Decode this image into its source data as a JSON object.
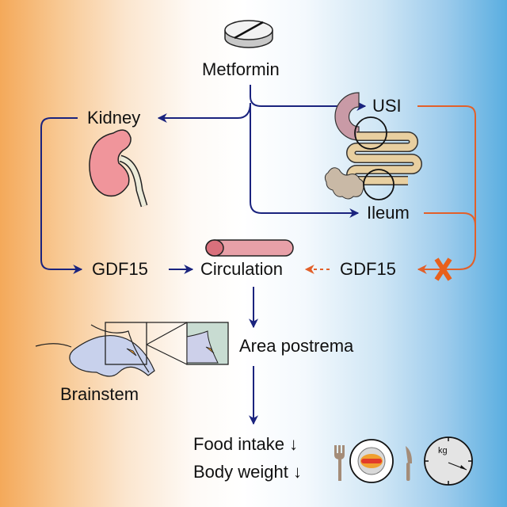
{
  "title": "Metformin-GDF15 pathway",
  "nodes": {
    "metformin": "Metformin",
    "kidney": "Kidney",
    "usi": "USI",
    "ileum": "Ileum",
    "gdf15_left": "GDF15",
    "circulation": "Circulation",
    "gdf15_right": "GDF15",
    "area_postrema": "Area postrema",
    "brainstem": "Brainstem",
    "food_intake": "Food intake ↓",
    "body_weight": "Body weight ↓",
    "scale_unit": "kg"
  },
  "colors": {
    "arrow_blue": "#1a237e",
    "arrow_orange": "#e2602a",
    "block_x": "#e8601c",
    "kidney": "#f0959b",
    "vessel": "#e8a0a8",
    "intestine": "#e8cfa0",
    "colon": "#c9b9a6",
    "stomach": "#c99aa6"
  },
  "icons": [
    "pill-icon",
    "kidney-icon",
    "intestine-icon",
    "blood-vessel-icon",
    "brainstem-icon",
    "fork-icon",
    "plate-icon",
    "knife-icon",
    "scale-icon",
    "block-x-icon"
  ]
}
